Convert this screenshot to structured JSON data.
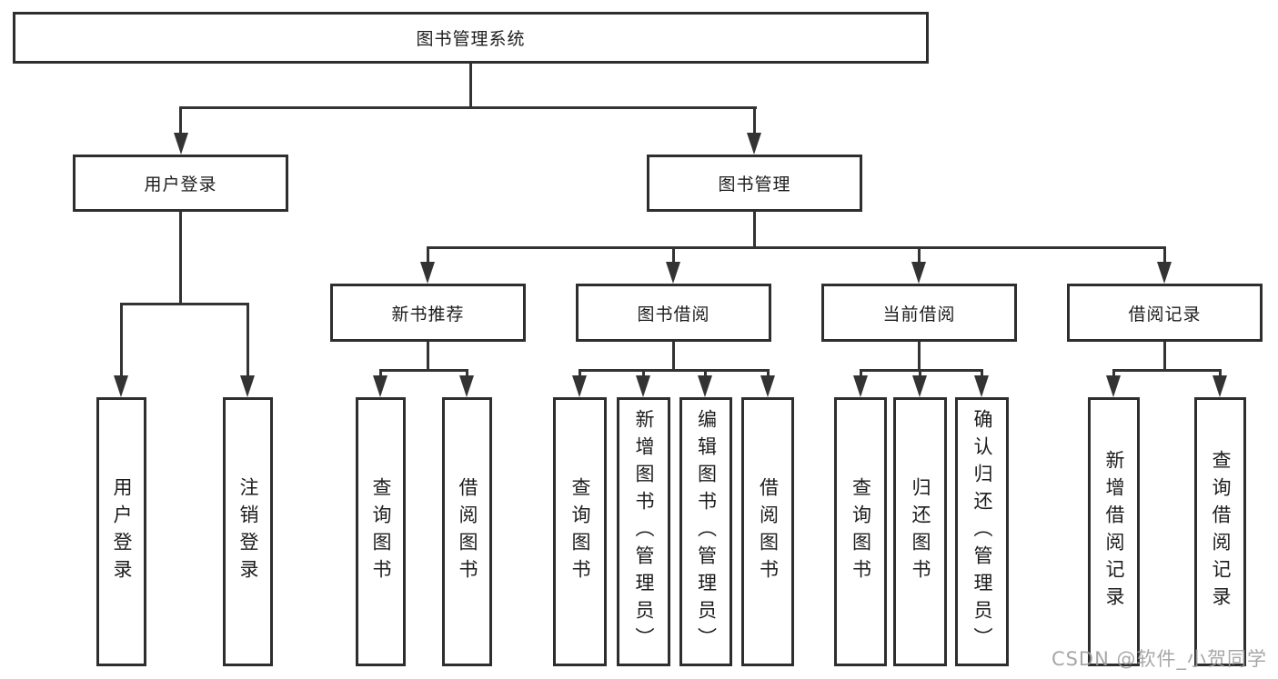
{
  "tree": {
    "root": {
      "label": "图书管理系统"
    },
    "branches": [
      {
        "label": "用户登录",
        "children": [
          {
            "label": "用户登录"
          },
          {
            "label": "注销登录"
          }
        ]
      },
      {
        "label": "图书管理",
        "children": [
          {
            "label": "新书推荐",
            "children": [
              {
                "label": "查询图书"
              },
              {
                "label": "借阅图书"
              }
            ]
          },
          {
            "label": "图书借阅",
            "children": [
              {
                "label": "查询图书"
              },
              {
                "label": "新增图书（管理员）"
              },
              {
                "label": "编辑图书（管理员）"
              },
              {
                "label": "借阅图书"
              }
            ]
          },
          {
            "label": "当前借阅",
            "children": [
              {
                "label": "查询图书"
              },
              {
                "label": "归还图书"
              },
              {
                "label": "确认归还（管理员）"
              }
            ]
          },
          {
            "label": "借阅记录",
            "children": [
              {
                "label": "新增借阅记录"
              },
              {
                "label": "查询借阅记录"
              }
            ]
          }
        ]
      }
    ]
  },
  "watermark": {
    "text": "CSDN @软件_小贺同学",
    "color": "#9e9e9e"
  },
  "colors": {
    "line": "#333333",
    "box_border": "#2e2e2e",
    "text": "#1c1c1c",
    "background": "#ffffff"
  }
}
